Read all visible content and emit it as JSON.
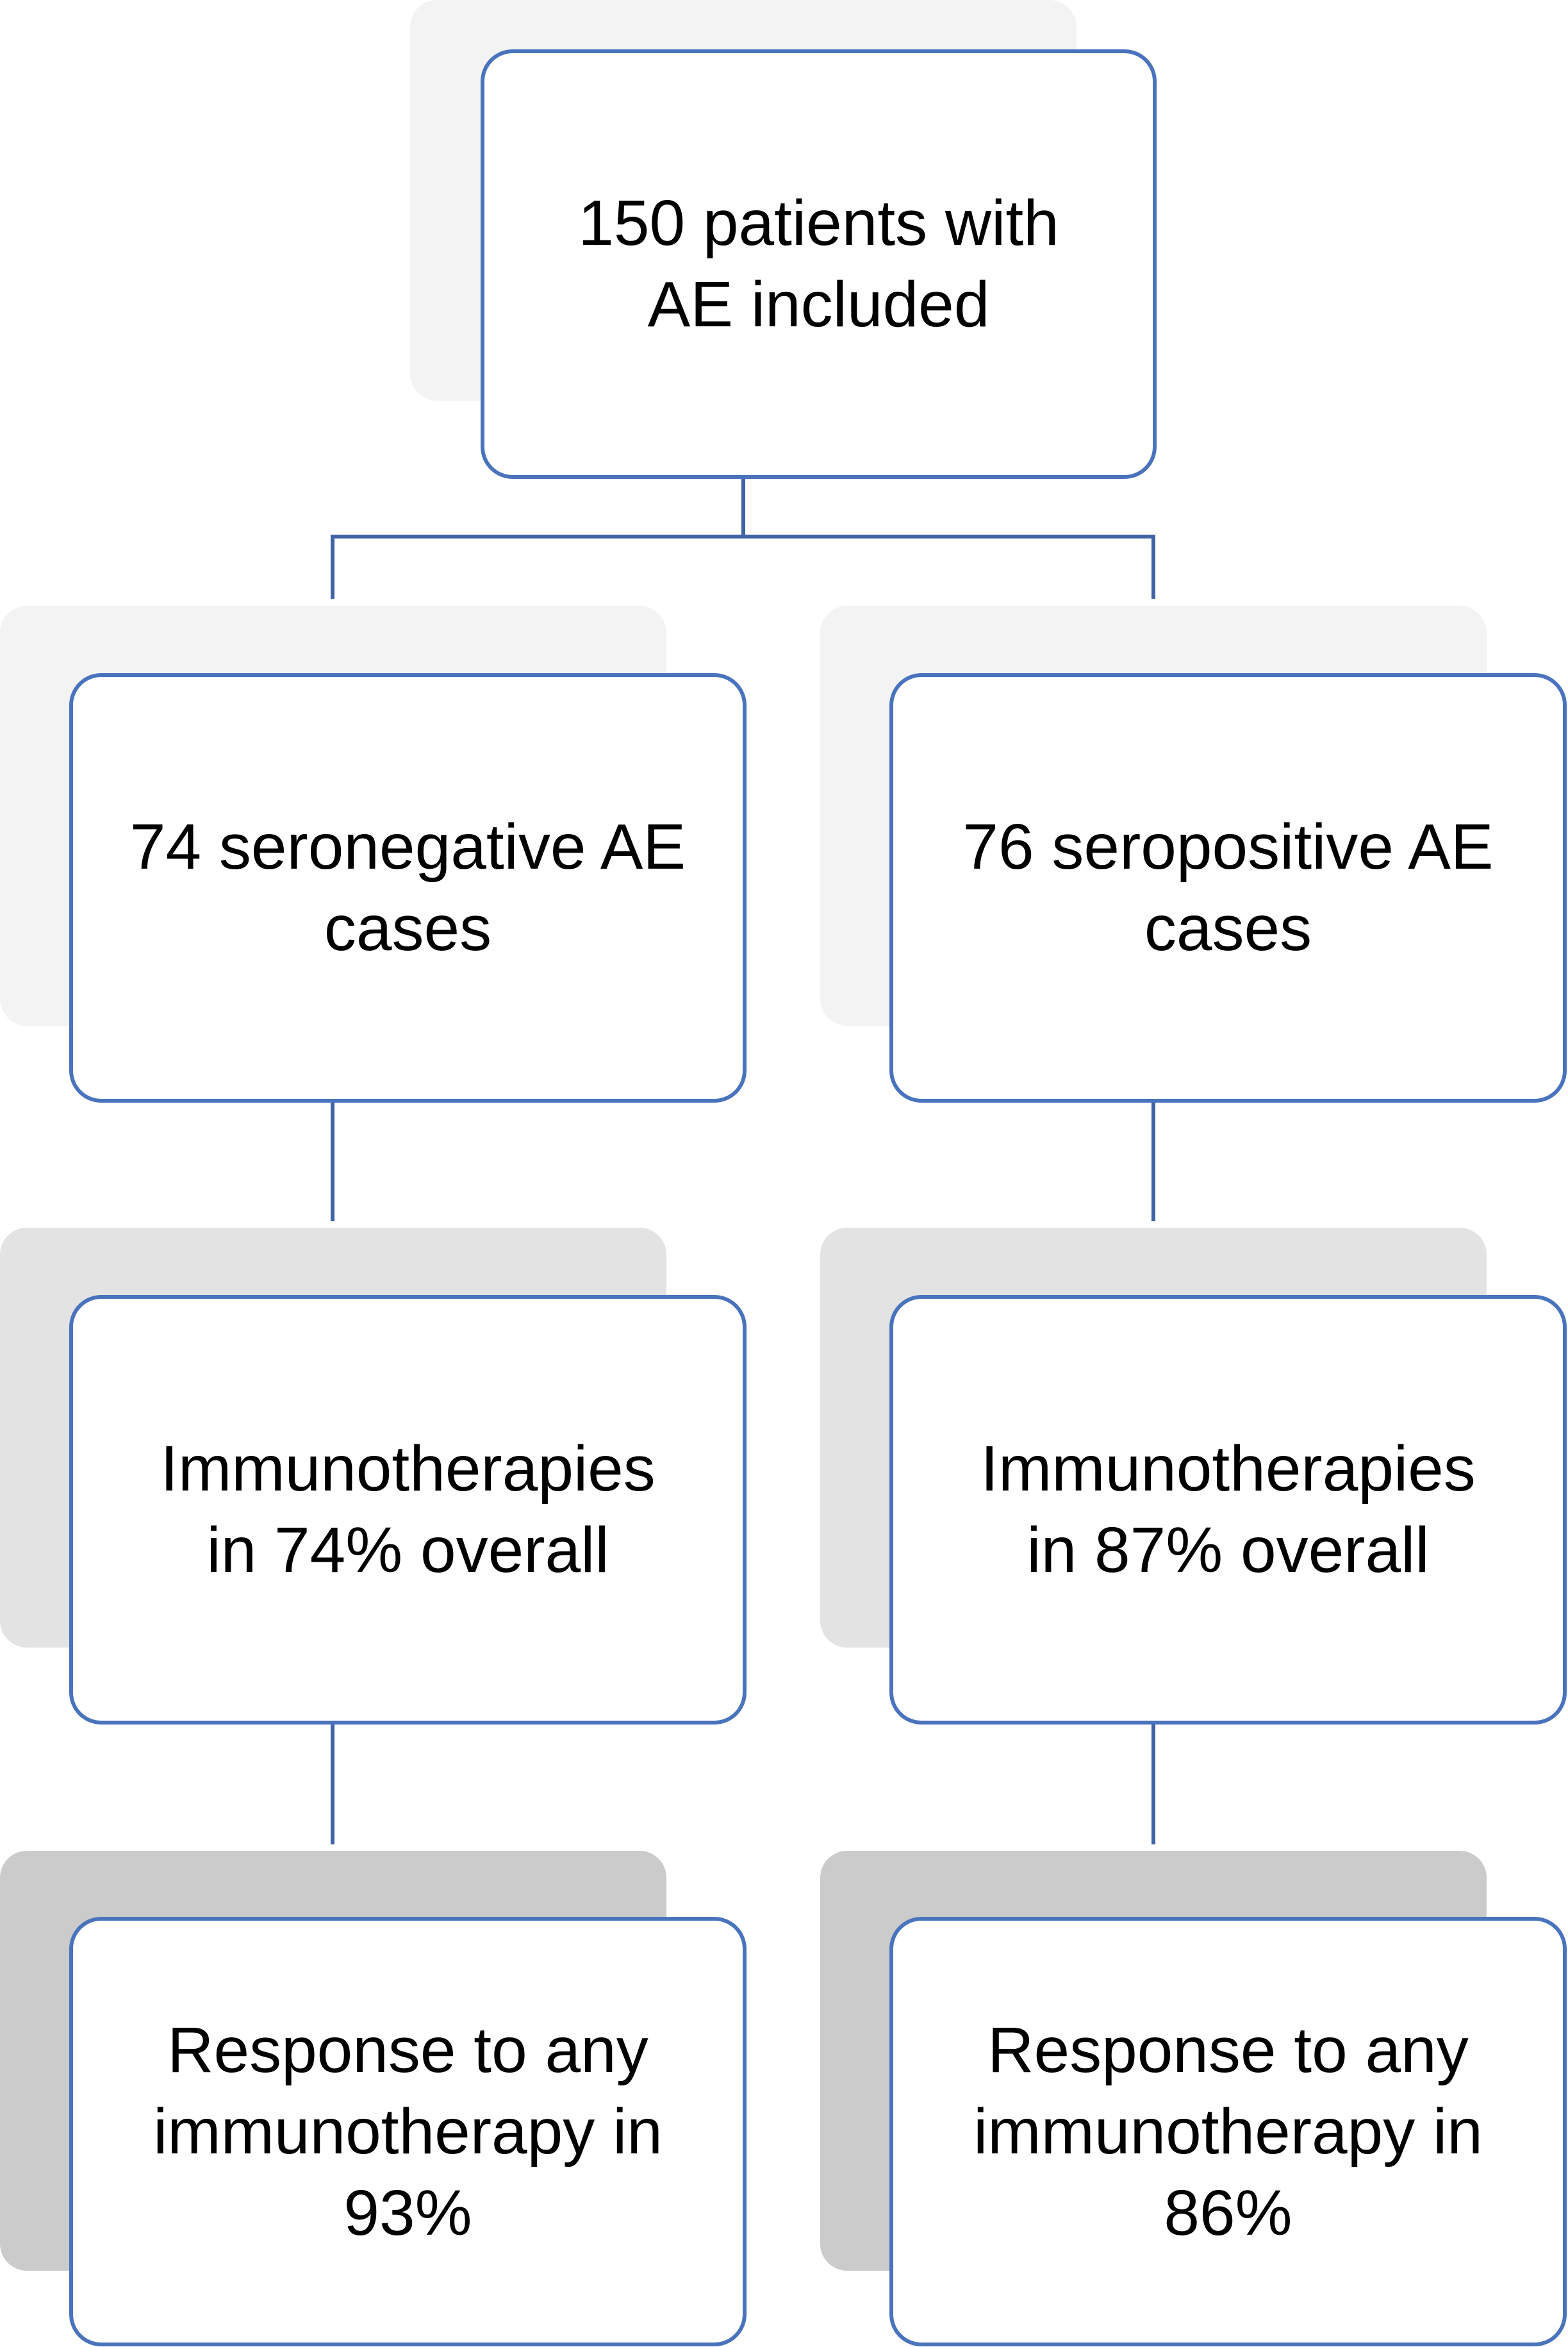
{
  "colors": {
    "box_border": "#4a73bd",
    "connector": "#3f63a5",
    "shadow_light": "#f3f3f3",
    "shadow_mid": "#e3e3e3",
    "shadow_dark": "#cbcbcb",
    "text": "#000000"
  },
  "root": {
    "label": "150 patients with\nAE included"
  },
  "left_branch": {
    "group": "74 seronegative AE\ncases",
    "treatment": "Immunotherapies\nin 74% overall",
    "response": "Response to any\nimmunotherapy in\n93%"
  },
  "right_branch": {
    "group": "76 seropositive AE\ncases",
    "treatment": "Immunotherapies\nin 87% overall",
    "response": "Response to any\nimmunotherapy in\n86%"
  }
}
